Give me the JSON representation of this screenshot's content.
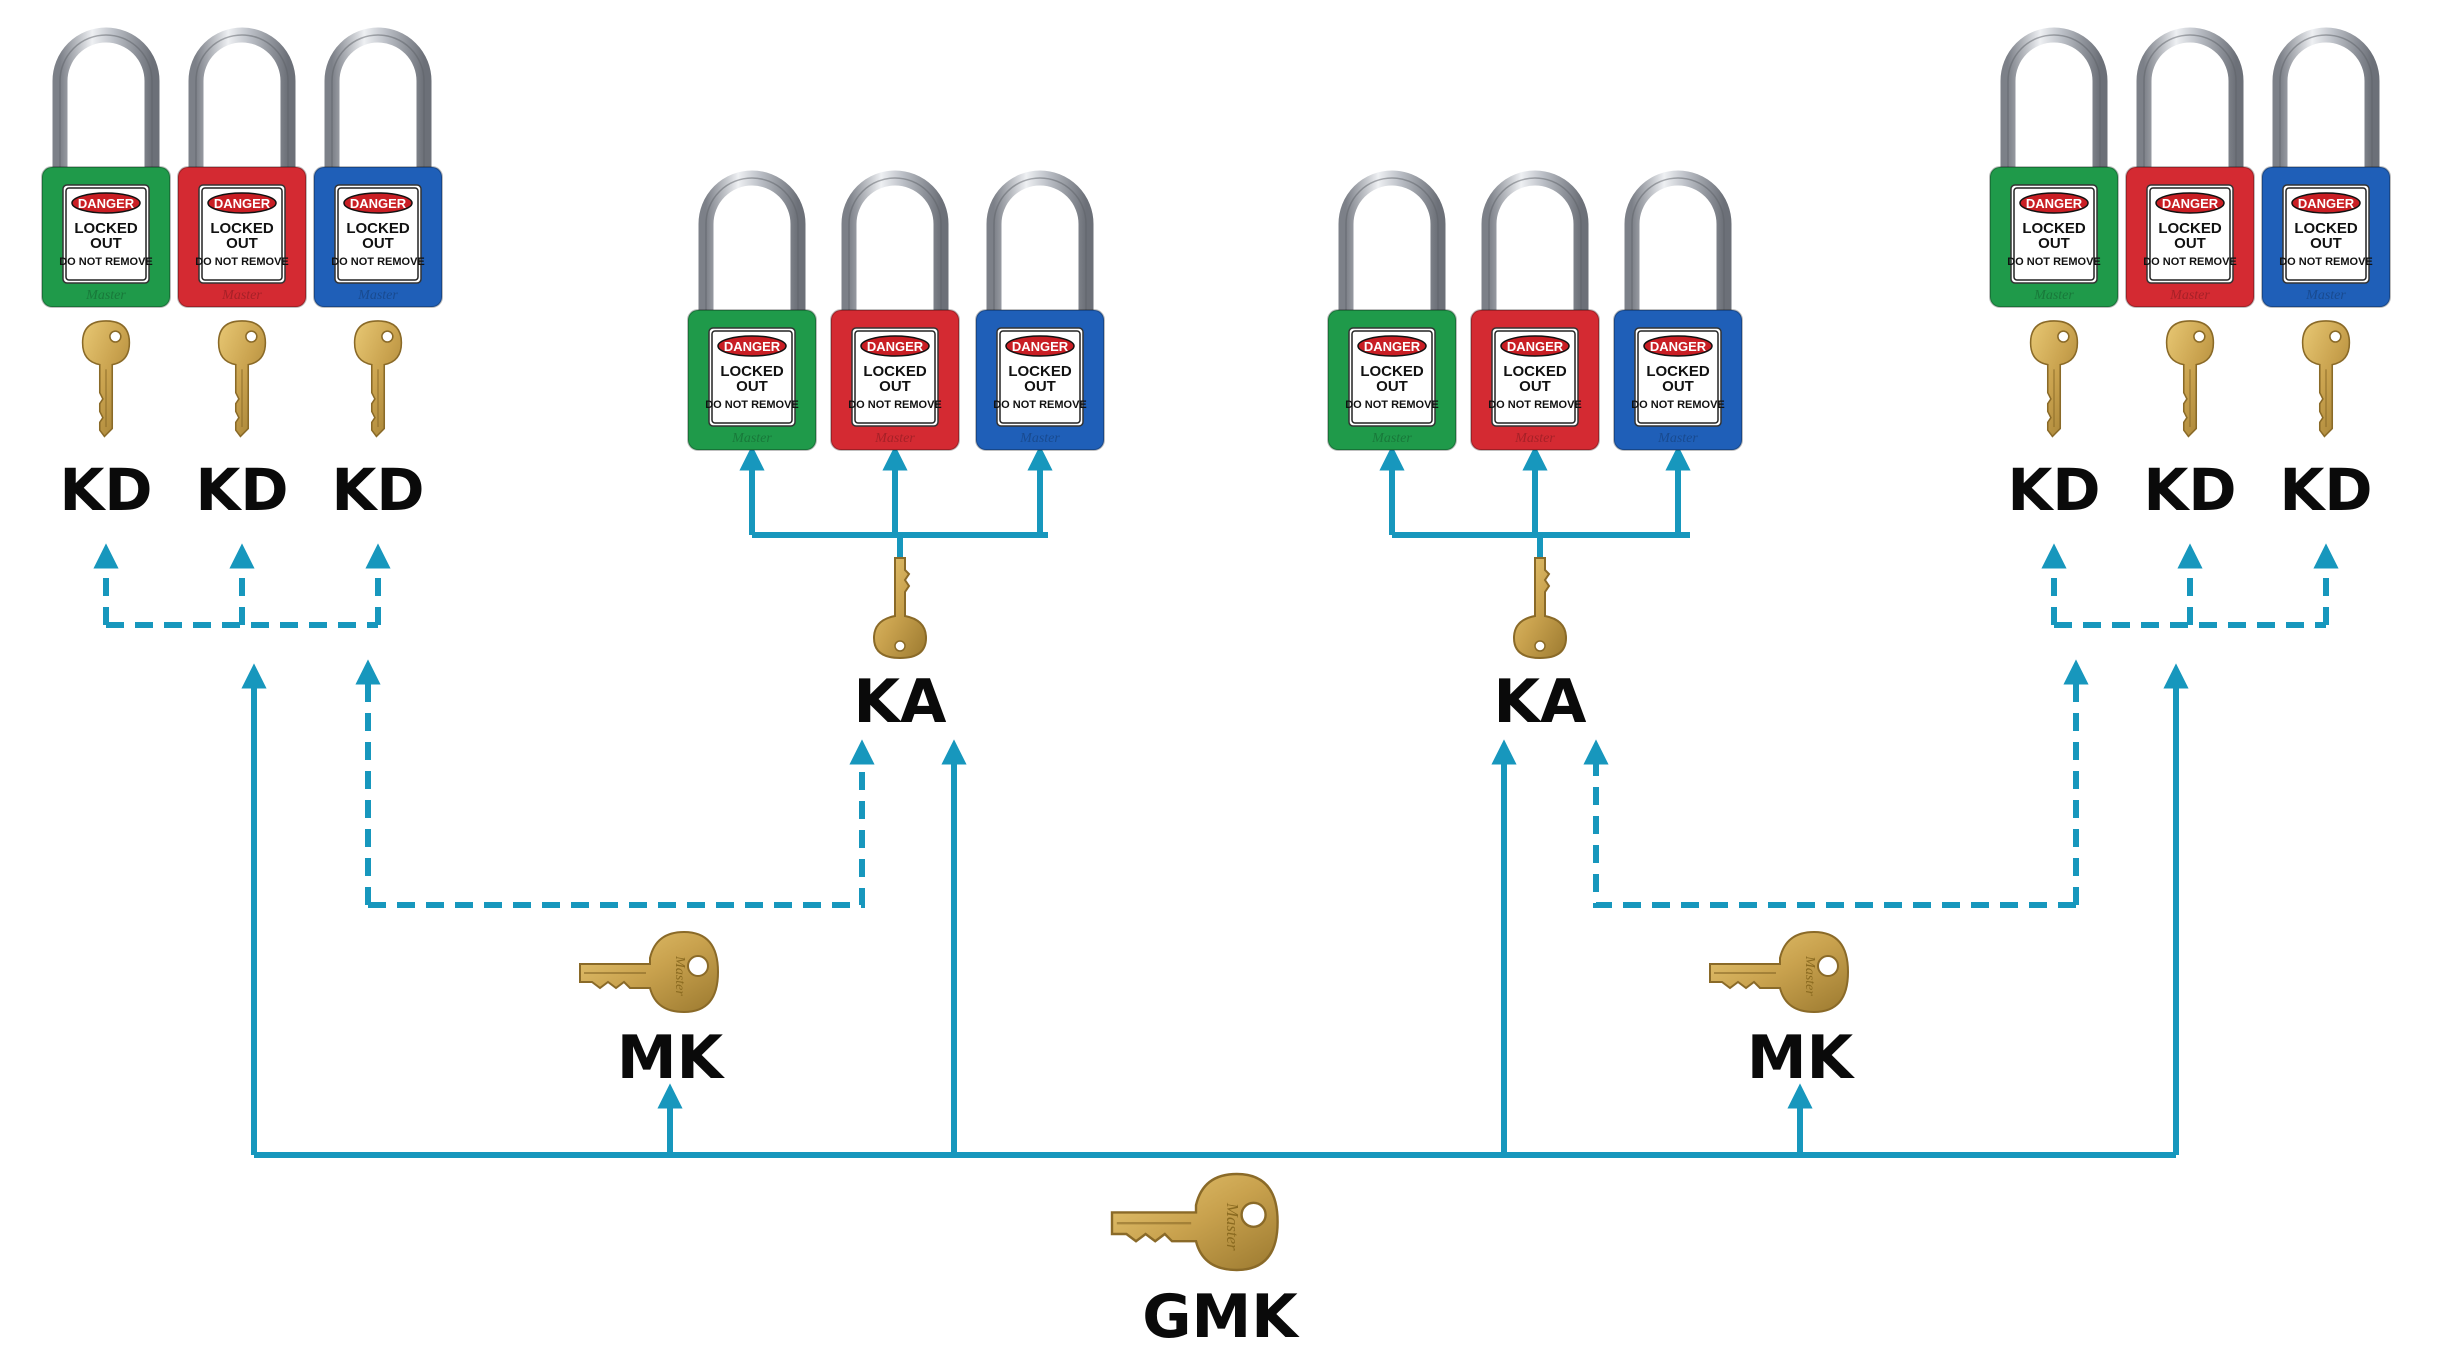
{
  "diagram": {
    "colors": {
      "arrow": "#1797bd",
      "lock_green": "#1f9a4a",
      "lock_red": "#d42a32",
      "lock_blue": "#1f5fb8",
      "tag_red": "#c91e24",
      "key_brass": "#c9a24e",
      "label": "#0a0a0a"
    },
    "lock_tag": {
      "header": "DANGER",
      "line1": "LOCKED",
      "line2": "OUT",
      "line3": "DO NOT REMOVE"
    },
    "key_stamp": "Master",
    "labels": {
      "kd": "KD",
      "ka": "KA",
      "mk": "MK",
      "gmk": "GMK"
    },
    "lock_colors": [
      "green",
      "red",
      "blue"
    ],
    "groups": [
      {
        "id": "kd-group-left",
        "type": "KD"
      },
      {
        "id": "ka-group-left",
        "type": "KA"
      },
      {
        "id": "ka-group-right",
        "type": "KA"
      },
      {
        "id": "kd-group-right",
        "type": "KD"
      }
    ],
    "master_keys": [
      {
        "id": "mk-left",
        "label": "MK"
      },
      {
        "id": "mk-right",
        "label": "MK"
      }
    ],
    "grand_master_key": {
      "id": "gmk",
      "label": "GMK"
    }
  }
}
